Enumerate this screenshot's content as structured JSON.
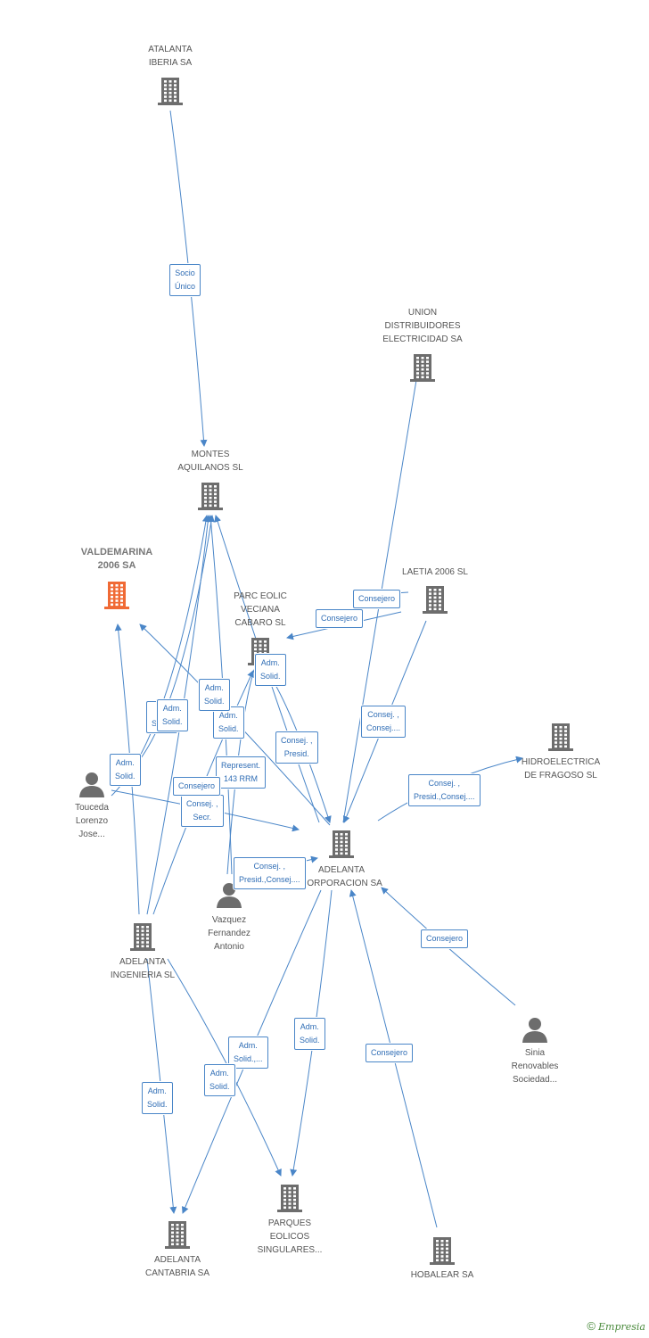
{
  "colors": {
    "edge": "#4a86c8",
    "company": "#6d6d6d",
    "person": "#6d6d6d",
    "highlight": "#f06a35",
    "label_border": "#4a86c8",
    "label_text": "#2f6db5"
  },
  "nodes": [
    {
      "id": "atalanta",
      "type": "company",
      "lines": [
        "ATALANTA",
        "IBERIA SA"
      ]
    },
    {
      "id": "union",
      "type": "company",
      "lines": [
        "UNION",
        "DISTRIBUIDORES",
        "ELECTRICIDAD SA"
      ]
    },
    {
      "id": "montes",
      "type": "company",
      "lines": [
        "MONTES",
        "AQUILANOS SL"
      ]
    },
    {
      "id": "valdemarina",
      "type": "company-highlight",
      "lines": [
        "VALDEMARINA",
        "2006 SA"
      ]
    },
    {
      "id": "laetia",
      "type": "company",
      "lines": [
        "LAETIA 2006 SL"
      ]
    },
    {
      "id": "parc",
      "type": "company",
      "lines": [
        "PARC EOLIC",
        "VECIANA",
        "CABARO SL"
      ]
    },
    {
      "id": "hidro",
      "type": "company",
      "lines": [
        "HIDROELECTRICA",
        "DE FRAGOSO SL"
      ]
    },
    {
      "id": "touceda",
      "type": "person",
      "lines": [
        "Touceda",
        "Lorenzo",
        "Jose..."
      ]
    },
    {
      "id": "corp",
      "type": "company",
      "lines": [
        "ADELANTA",
        "CORPORACION SA"
      ]
    },
    {
      "id": "vazquez",
      "type": "person",
      "lines": [
        "Vazquez",
        "Fernandez",
        "Antonio"
      ]
    },
    {
      "id": "ingenieria",
      "type": "company",
      "lines": [
        "ADELANTA",
        "INGENIERIA SL"
      ]
    },
    {
      "id": "sinia",
      "type": "person",
      "lines": [
        "Sinia",
        "Renovables",
        "Sociedad..."
      ]
    },
    {
      "id": "cantabria",
      "type": "company",
      "lines": [
        "ADELANTA",
        "CANTABRIA SA"
      ]
    },
    {
      "id": "parques",
      "type": "company",
      "lines": [
        "PARQUES",
        "EOLICOS",
        "SINGULARES..."
      ]
    },
    {
      "id": "hobalear",
      "type": "company",
      "lines": [
        "HOBALEAR SA"
      ]
    }
  ],
  "edges": [
    {
      "id": "e1",
      "from": "atalanta",
      "to": "montes",
      "lines": [
        "Socio",
        "Único"
      ]
    },
    {
      "id": "e2",
      "from": "corp",
      "to": "union",
      "lines": []
    },
    {
      "id": "e3",
      "from": "laetia",
      "to": "parc",
      "lines": [
        "Consejero"
      ]
    },
    {
      "id": "e3b",
      "from": "laetia",
      "to": "parc",
      "lines": [
        "Consejero"
      ]
    },
    {
      "id": "e4",
      "from": "laetia",
      "to": "corp",
      "lines": [
        "Consej. ,",
        "Consej...."
      ]
    },
    {
      "id": "e5",
      "from": "corp",
      "to": "hidro",
      "lines": [
        "Consej. ,",
        "Presid.,Consej...."
      ]
    },
    {
      "id": "e6",
      "from": "parc",
      "to": "corp",
      "lines": [
        "Adm.",
        "Solid."
      ]
    },
    {
      "id": "e7",
      "from": "corp",
      "to": "montes",
      "lines": [
        "Consej. ,",
        "Presid."
      ]
    },
    {
      "id": "e8",
      "from": "vazquez",
      "to": "montes",
      "lines": [
        "Adm.",
        "Solid."
      ]
    },
    {
      "id": "e9",
      "from": "vazquez",
      "to": "parc",
      "lines": [
        "Represent.",
        "143 RRM"
      ]
    },
    {
      "id": "e10",
      "from": "corp",
      "to": "valdemarina",
      "lines": [
        "Adm.",
        "Solid."
      ]
    },
    {
      "id": "e11",
      "from": "touceda",
      "to": "corp",
      "lines": [
        "Consej. ,",
        "Secr."
      ]
    },
    {
      "id": "e12",
      "from": "ingenieria",
      "to": "valdemarina",
      "lines": [
        "Adm.",
        "Solid."
      ]
    },
    {
      "id": "e13",
      "from": "ingenieria",
      "to": "montes",
      "lines": [
        "Adm.",
        "Solid."
      ]
    },
    {
      "id": "e14",
      "from": "ingenieria",
      "to": "parc",
      "lines": [
        "Consejero"
      ]
    },
    {
      "id": "e15",
      "from": "vazquez",
      "to": "corp",
      "lines": [
        "Consej. ,",
        "Presid.,Consej...."
      ]
    },
    {
      "id": "e16",
      "from": "sinia",
      "to": "corp",
      "lines": [
        "Consejero"
      ]
    },
    {
      "id": "e17",
      "from": "ingenieria",
      "to": "cantabria",
      "lines": [
        "Adm.",
        "Solid."
      ]
    },
    {
      "id": "e18",
      "from": "corp",
      "to": "cantabria",
      "lines": [
        "Adm.",
        "Solid.,..."
      ]
    },
    {
      "id": "e19",
      "from": "ingenieria",
      "to": "parques",
      "lines": [
        "Adm.",
        "Solid."
      ]
    },
    {
      "id": "e20",
      "from": "corp",
      "to": "parques",
      "lines": [
        "Adm.",
        "Solid."
      ]
    },
    {
      "id": "e21",
      "from": "hobalear",
      "to": "corp",
      "lines": [
        "Consejero"
      ]
    },
    {
      "id": "e22",
      "from": "touceda",
      "to": "montes",
      "lines": [
        "P...",
        "Solid."
      ]
    },
    {
      "id": "e23",
      "from": "touceda",
      "to": "montes",
      "lines": [
        "Adm.",
        "Solid."
      ]
    }
  ],
  "footer": {
    "copyright": "©",
    "brand": "Empresia"
  }
}
